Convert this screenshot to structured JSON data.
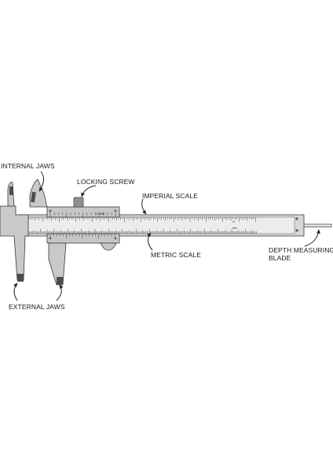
{
  "labels": {
    "internal_jaws": "INTERNAL JAWS",
    "locking_screw": "LOCKING SCREW",
    "imperial_scale": "IMPERIAL SCALE",
    "metric_scale": "METRIC SCALE",
    "depth_blade_line1": "DEPTH MEASURING",
    "depth_blade_line2": "BLADE",
    "external_jaws": "EXTERNAL JAWS"
  },
  "scale_text": {
    "imperial_unit": "in",
    "metric_unit": "mm",
    "vernier_unit": "1/128in"
  },
  "colors": {
    "body": "#d4d4d4",
    "body_dark": "#a9a9a9",
    "outline": "#3a3a3a",
    "jaw_tip": "#4d4d4d",
    "arrow": "#222222"
  }
}
